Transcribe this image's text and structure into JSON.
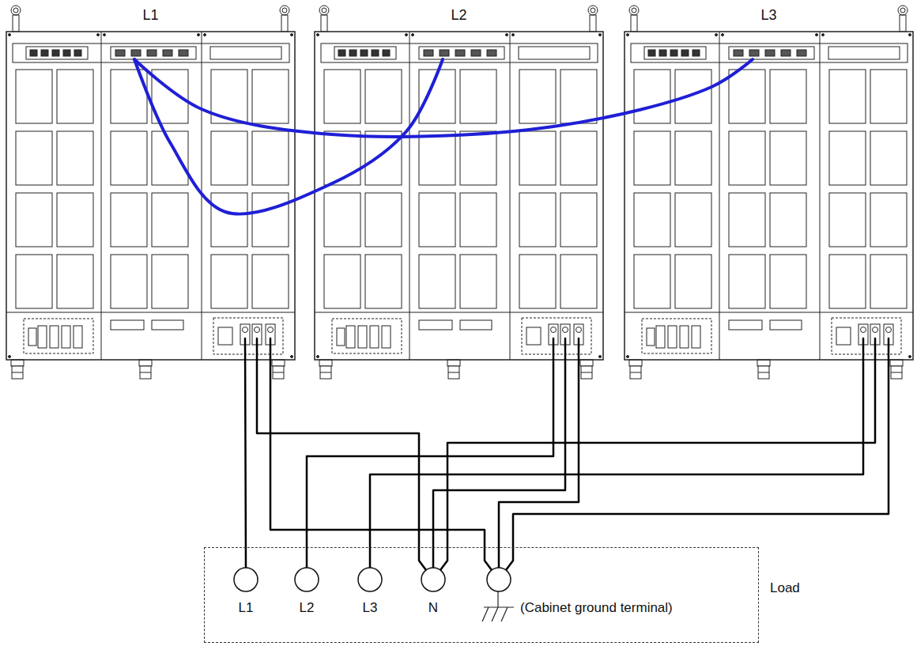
{
  "diagram": {
    "nodes": [
      {
        "text": [
          "L1"
        ]
      },
      {
        "text": [
          "L2"
        ]
      },
      {
        "text": [
          "L3"
        ]
      },
      {
        "text": [
          "Load"
        ]
      },
      {
        "text": [
          "L1"
        ],
        "in": 3
      },
      {
        "text": [
          "L2"
        ],
        "in": 3
      },
      {
        "text": [
          "L3"
        ],
        "in": 3
      },
      {
        "text": [
          "N"
        ],
        "in": 3
      },
      {
        "text": [
          "(Cabinet ground terminal)"
        ],
        "in": 3
      }
    ],
    "edges": [
      {
        "from": 0,
        "to": 4,
        "arrow": "none"
      },
      {
        "from": 0,
        "to": 7,
        "arrow": "none"
      },
      {
        "from": 0,
        "to": 8,
        "arrow": "none"
      },
      {
        "from": 1,
        "to": 5,
        "arrow": "none"
      },
      {
        "from": 1,
        "to": 7,
        "arrow": "none"
      },
      {
        "from": 1,
        "to": 8,
        "arrow": "none"
      },
      {
        "from": 2,
        "to": 6,
        "arrow": "none"
      },
      {
        "from": 2,
        "to": 7,
        "arrow": "none"
      },
      {
        "from": 2,
        "to": 8,
        "arrow": "none"
      },
      {
        "from": 0,
        "to": 1,
        "arrow": "none"
      },
      {
        "from": 0,
        "to": 2,
        "arrow": "none"
      }
    ]
  }
}
